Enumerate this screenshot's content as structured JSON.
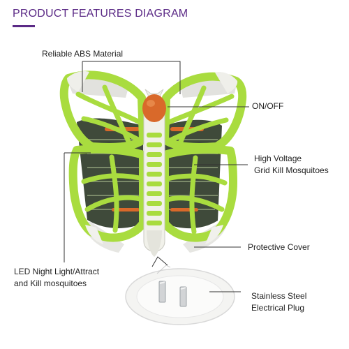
{
  "header": {
    "title": "PRODUCT FEATURES DIAGRAM"
  },
  "callouts": {
    "abs_material": {
      "label": "Reliable ABS Material"
    },
    "on_off": {
      "label": "ON/OFF"
    },
    "high_voltage": {
      "line1": "High Voltage",
      "line2": "Grid Kill Mosquitoes"
    },
    "protective_cover": {
      "label": "Protective Cover"
    },
    "led_light": {
      "line1": "LED Night Light/Attract",
      "line2": "and Kill mosquitoes"
    },
    "plug": {
      "line1": "Stainless Steel",
      "line2": "Electrical Plug"
    }
  },
  "colors": {
    "title": "#5b2a86",
    "wing_green": "#b4e24c",
    "wing_edge": "#8cc232",
    "grid_dark": "#3d4a38",
    "switch_orange": "#d9692a",
    "body_white": "#f1f1ea",
    "leader_line": "#333333"
  },
  "icons": [
    "butterfly-mosquito-zapper-illustration",
    "electrical-plug-illustration"
  ]
}
